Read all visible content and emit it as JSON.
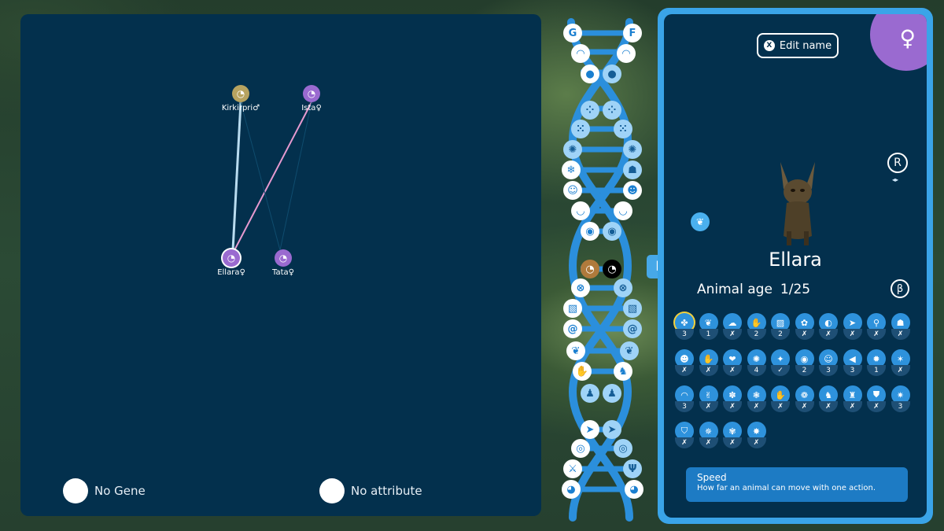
{
  "tree": {
    "nodes": [
      {
        "id": "kirkirpri",
        "name": "Kirkirpri",
        "sex": "♂",
        "color": "#b7a360",
        "glyph": "◔"
      },
      {
        "id": "ista",
        "name": "Ista",
        "sex": "♀",
        "color": "#9a6ad0",
        "glyph": "◔"
      },
      {
        "id": "ellara",
        "name": "Ellara",
        "sex": "♀",
        "color": "#9a6ad0",
        "glyph": "◔"
      },
      {
        "id": "tata",
        "name": "Tata",
        "sex": "♀",
        "color": "#9a6ad0",
        "glyph": "◔"
      }
    ],
    "legend": {
      "gene_label": "No Gene",
      "attribute_label": "No attribute"
    }
  },
  "dna": {
    "top_left": "G",
    "top_right": "F"
  },
  "l_label": "L",
  "card": {
    "edit_label": "Edit name",
    "x_glyph": "X",
    "r_label": "R",
    "r_arrows": "◂▸",
    "sex_symbol": "♀",
    "animal_name": "Ellara",
    "age_label": "Animal age",
    "age_value": "1/25",
    "beta": "β",
    "info_title": "Speed",
    "info_desc": "How far an animal can move with one action.",
    "attributes": [
      {
        "icon": "✤",
        "val": "3",
        "sel": true
      },
      {
        "icon": "❦",
        "val": "1"
      },
      {
        "icon": "☁",
        "val": "✗"
      },
      {
        "icon": "✋",
        "val": "2"
      },
      {
        "icon": "▨",
        "val": "2"
      },
      {
        "icon": "✿",
        "val": "✗"
      },
      {
        "icon": "◐",
        "val": "✗"
      },
      {
        "icon": "➤",
        "val": "✗"
      },
      {
        "icon": "⚲",
        "val": "✗"
      },
      {
        "icon": "☗",
        "val": "✗"
      },
      {
        "icon": "☻",
        "val": "✗"
      },
      {
        "icon": "✋",
        "val": "✗"
      },
      {
        "icon": "❤",
        "val": "✗"
      },
      {
        "icon": "✺",
        "val": "4"
      },
      {
        "icon": "✦",
        "val": "✓"
      },
      {
        "icon": "◉",
        "val": "2"
      },
      {
        "icon": "☺",
        "val": "3"
      },
      {
        "icon": "◀",
        "val": "3"
      },
      {
        "icon": "✹",
        "val": "1"
      },
      {
        "icon": "✶",
        "val": "✗"
      },
      {
        "icon": "◠",
        "val": "3"
      },
      {
        "icon": "✌",
        "val": "✗"
      },
      {
        "icon": "✽",
        "val": "✗"
      },
      {
        "icon": "❃",
        "val": "✗"
      },
      {
        "icon": "✋",
        "val": "✗"
      },
      {
        "icon": "❁",
        "val": "✗"
      },
      {
        "icon": "♞",
        "val": "✗"
      },
      {
        "icon": "♜",
        "val": "✗"
      },
      {
        "icon": "⛊",
        "val": "✗"
      },
      {
        "icon": "✷",
        "val": "3"
      },
      {
        "icon": "⛉",
        "val": "✗"
      },
      {
        "icon": "✵",
        "val": "✗"
      },
      {
        "icon": "✾",
        "val": "✗"
      },
      {
        "icon": "✸",
        "val": "✗"
      }
    ]
  },
  "colors": {
    "panel": "#03304d",
    "accent": "#3aa4e8",
    "female": "#9a6ad0",
    "male": "#b7a360"
  }
}
